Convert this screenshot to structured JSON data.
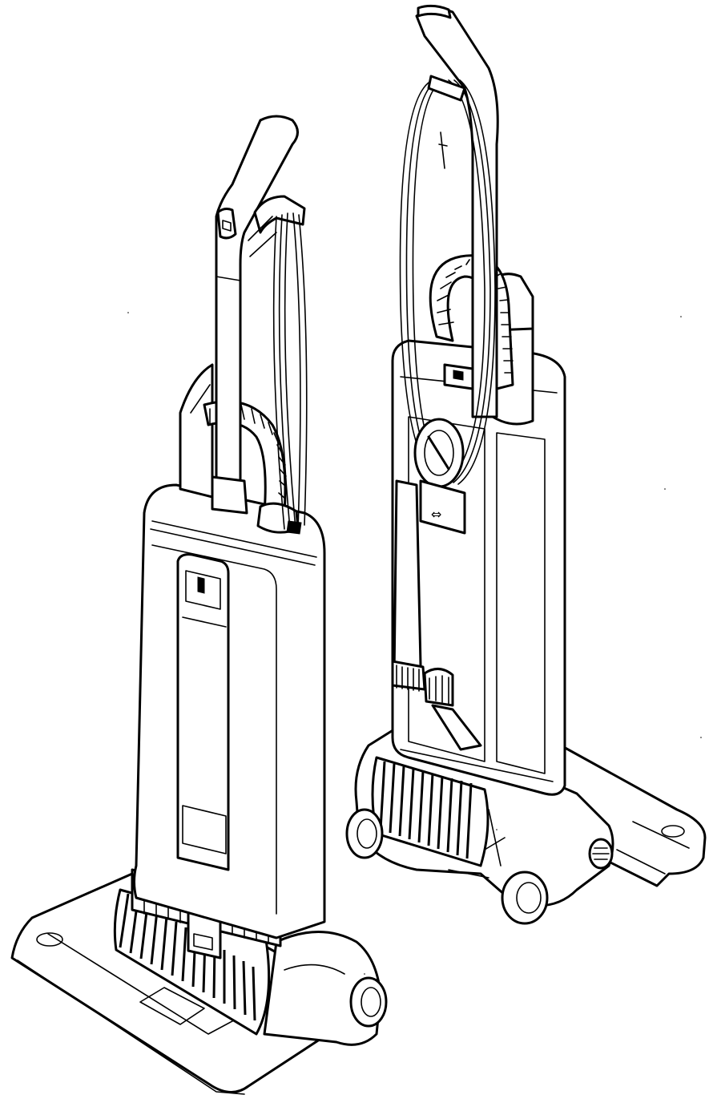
{
  "figure": {
    "subjects": [
      {
        "id": "front-view",
        "kind": "upright vacuum cleaner, front view"
      },
      {
        "id": "rear-view",
        "kind": "upright vacuum cleaner, rear view"
      }
    ],
    "labels": {
      "rear_plate_arrow": "⇔"
    },
    "colors": {
      "line": "#000000",
      "background": "#ffffff"
    }
  }
}
